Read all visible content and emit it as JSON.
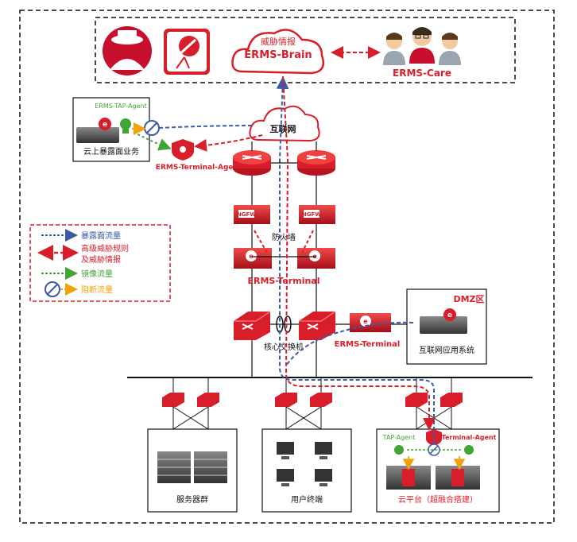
{
  "labels": {
    "threat_intel": "威胁情报",
    "brain": "ERMS-Brain",
    "care": "ERMS-Care",
    "internet": "互联网",
    "tap_agent_top": "ERMS-TAP-Agent",
    "cloud_business": "云上暴露面业务",
    "terminal_agent_top": "ERMS-Terminal-Agent",
    "firewall": "防火墙",
    "ermsterminal_mid": "ERMS-Terminal",
    "core_switch": "核心交换机",
    "ermsterminal_dmz": "ERMS-Terminal",
    "dmz": "DMZ区",
    "internet_app": "互联网应用系统",
    "server_cluster": "服务器群",
    "user_terminal": "用户终端",
    "tap_agent_cloud": "TAP-Agent",
    "terminal_agent_cloud": "Terminal-Agent",
    "cloud_platform": "云平台（超融合搭建）",
    "ngfw": "NGFW"
  },
  "legend": {
    "exposure_flow": "暴露面流量",
    "advanced_rules_line1": "高级威胁规则",
    "advanced_rules_line2": "及威胁情报",
    "mirror_flow": "镜像流量",
    "block_flow": "阻断流量"
  },
  "colors": {
    "red": "#d81e2a",
    "blue": "#3b5ba5",
    "green": "#3fa535",
    "orange": "#f0a30a"
  }
}
